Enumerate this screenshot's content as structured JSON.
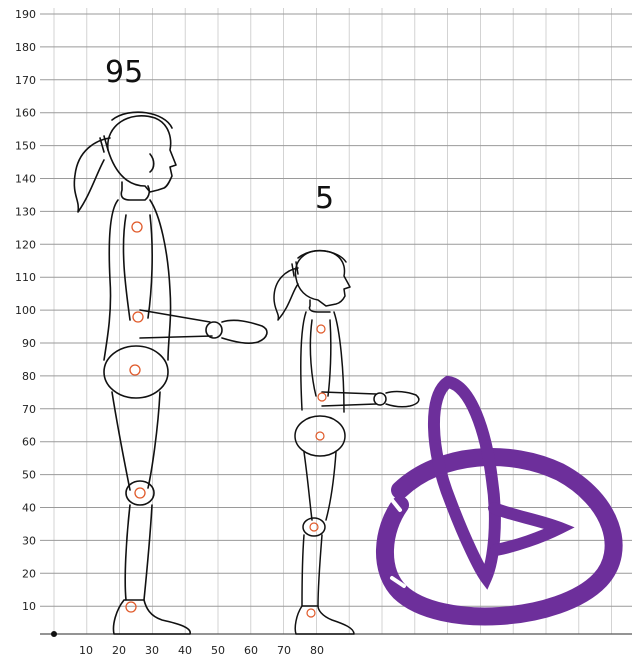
{
  "grid": {
    "y_ticks": [
      "190",
      "180",
      "170",
      "160",
      "150",
      "140",
      "130",
      "120",
      "110",
      "100",
      "90",
      "80",
      "70",
      "60",
      "50",
      "40",
      "30",
      "20",
      "10"
    ],
    "x_ticks": [
      "10",
      "20",
      "30",
      "40",
      "50",
      "60",
      "70",
      "80"
    ]
  },
  "figures": [
    {
      "percentile_label": "95"
    },
    {
      "percentile_label": "5"
    }
  ],
  "colors": {
    "grid_line": "#9a9a9a",
    "outline": "#111111",
    "joint_marker": "#e05a2a",
    "logo": "#6d2f9b"
  },
  "logo": {
    "icon": "purple-brand-logo-icon"
  }
}
